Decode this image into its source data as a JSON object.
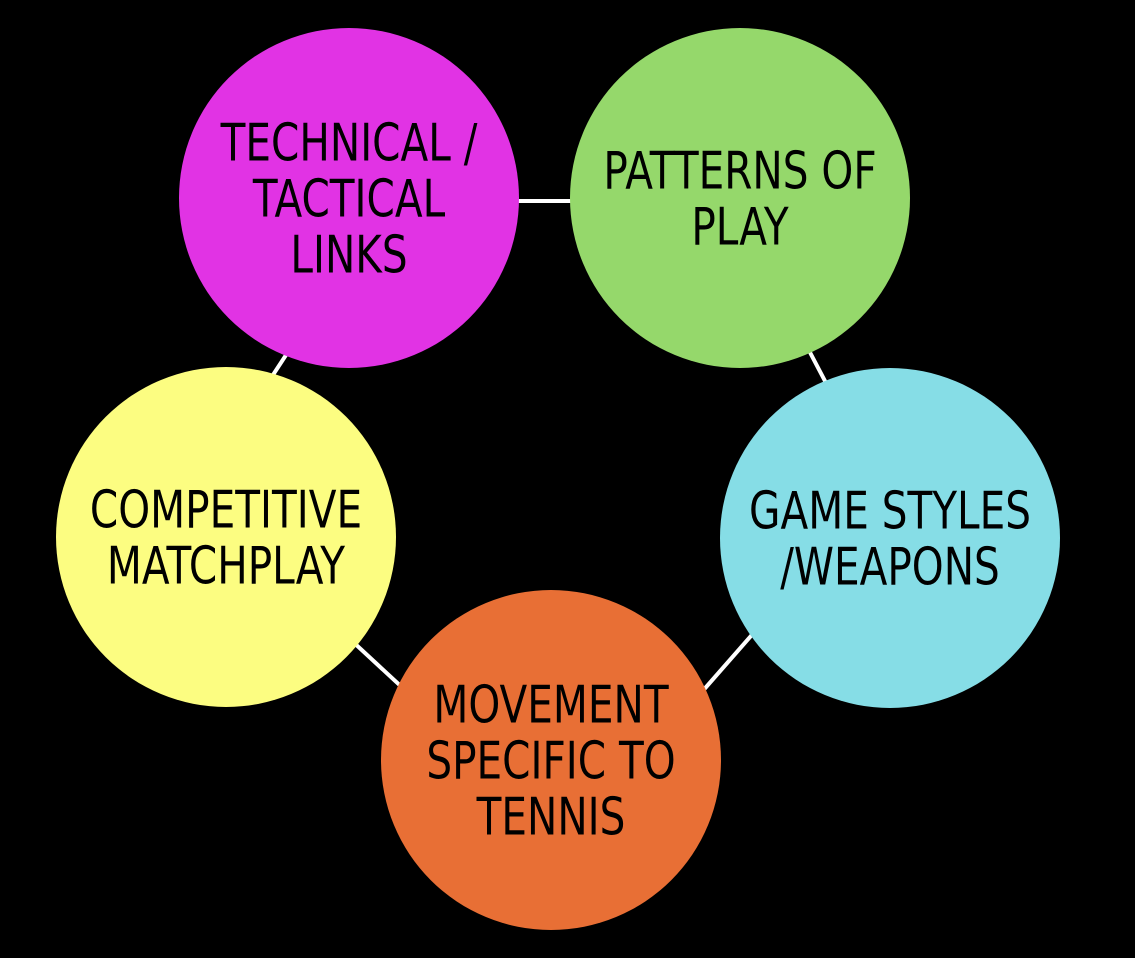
{
  "background_color": "#000000",
  "nodes": [
    {
      "id": "technical-tactical-links",
      "lines": [
        "TECHNICAL /",
        "TACTICAL",
        "LINKS"
      ],
      "color": "#e133e4"
    },
    {
      "id": "patterns-of-play",
      "lines": [
        "PATTERNS OF",
        "PLAY"
      ],
      "color": "#95d86b"
    },
    {
      "id": "game-styles-weapons",
      "lines": [
        "GAME STYLES",
        "/WEAPONS"
      ],
      "color": "#86dde6"
    },
    {
      "id": "movement-specific-to-tennis",
      "lines": [
        "MOVEMENT",
        "SPECIFIC TO",
        "TENNIS"
      ],
      "color": "#e86f35"
    },
    {
      "id": "competitive-matchplay",
      "lines": [
        "COMPETITIVE",
        "MATCHPLAY"
      ],
      "color": "#fcfd81"
    }
  ],
  "connections": [
    {
      "from": "technical-tactical-links",
      "to": "patterns-of-play"
    },
    {
      "from": "patterns-of-play",
      "to": "game-styles-weapons"
    },
    {
      "from": "game-styles-weapons",
      "to": "movement-specific-to-tennis"
    },
    {
      "from": "movement-specific-to-tennis",
      "to": "competitive-matchplay"
    },
    {
      "from": "competitive-matchplay",
      "to": "technical-tactical-links"
    }
  ]
}
